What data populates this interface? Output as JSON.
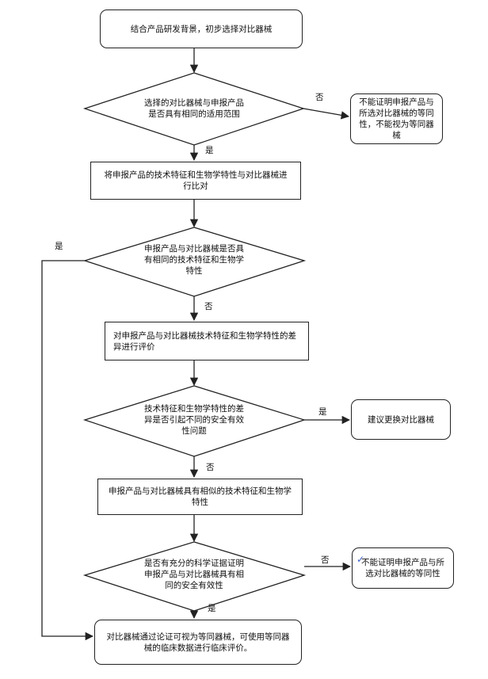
{
  "nodes": {
    "start": "结合产品研发背景，初步选择对比器械",
    "d1": "选择的对比器械与申报产品是否具有相同的适用范围",
    "d1_no_result": "不能证明申报产品与所选对比器械的等同性，不能视为等同器械",
    "compare": "将申报产品的技术特征和生物学特性与对比器械进行比对",
    "d2": "申报产品与对比器械是否具有相同的技术特征和生物学特性",
    "evaluate": "对申报产品与对比器械技术特征和生物学特性的差异进行评价",
    "d3": "技术特征和生物学特性的差异是否引起不同的安全有效性问题",
    "d3_yes_result": "建议更换对比器械",
    "similar": "申报产品与对比器械具有相似的技术特征和生物学特性",
    "d4": "是否有充分的科学证据证明申报产品与对比器械具有相同的安全有效性",
    "d4_no_result": "不能证明申报产品与所选对比器械的等同性",
    "end": "对比器械通过论证可视为等同器械，可使用等同器械的临床数据进行临床评价。"
  },
  "edge_labels": {
    "d1_no": "否",
    "d1_yes": "是",
    "d2_yes": "是",
    "d2_no": "否",
    "d3_yes": "是",
    "d3_no": "否",
    "d4_no": "否",
    "d4_yes": "是"
  },
  "colors": {
    "line": "#222222",
    "text": "#111111",
    "tick": "#3a5fc8"
  }
}
